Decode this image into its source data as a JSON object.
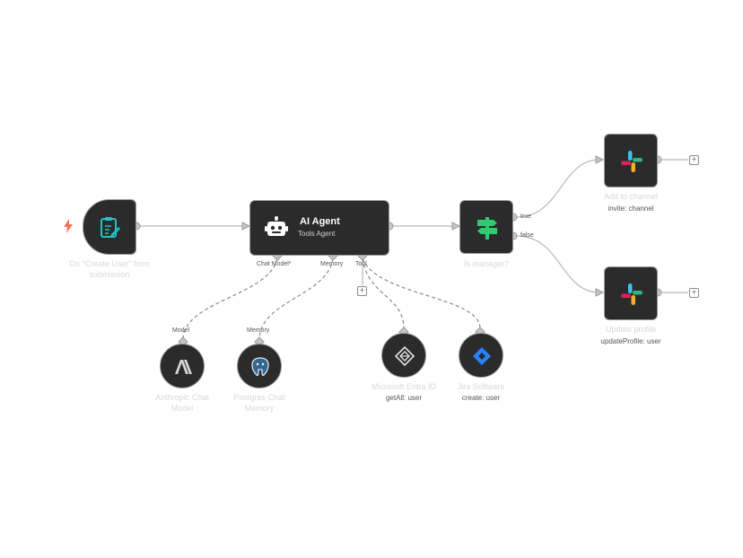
{
  "nodes": {
    "form_trigger": {
      "label": "On \"Create User\" form submission"
    },
    "ai_agent": {
      "title": "AI Agent",
      "subtitle": "Tools Agent"
    },
    "is_manager": {
      "label": "Is manager?"
    },
    "add_to_channel": {
      "label": "Add to channel",
      "subtitle": "invite: channel"
    },
    "update_profile": {
      "label": "Update profile",
      "subtitle": "updateProfile: user"
    },
    "anthropic": {
      "label_line1": "Anthropic Chat",
      "label_line2": "Model"
    },
    "postgres": {
      "label_line1": "Postgres Chat",
      "label_line2": "Memory"
    },
    "entra": {
      "label": "Microsoft Entra ID",
      "subtitle": "getAll: user"
    },
    "jira": {
      "label": "Jira Software",
      "subtitle": "create: user"
    }
  },
  "ports": {
    "chat_model": "Chat Model*",
    "memory": "Memory",
    "tool": "Tool",
    "model_in": "Model",
    "memory_in": "Memory",
    "true": "true",
    "false": "false"
  },
  "plus_symbol": "+",
  "colors": {
    "node_bg": "#2b2b2b",
    "edge": "#b8b8bb",
    "trigger_bolt": "#ff6d5a",
    "form_teal": "#21c1c3",
    "if_green": "#2ecc71",
    "jira_blue": "#2684ff"
  },
  "icons": [
    "lightning-icon",
    "form-icon",
    "robot-icon",
    "signpost-icon",
    "slack-icon",
    "anthropic-icon",
    "postgres-icon",
    "entra-icon",
    "jira-icon"
  ]
}
